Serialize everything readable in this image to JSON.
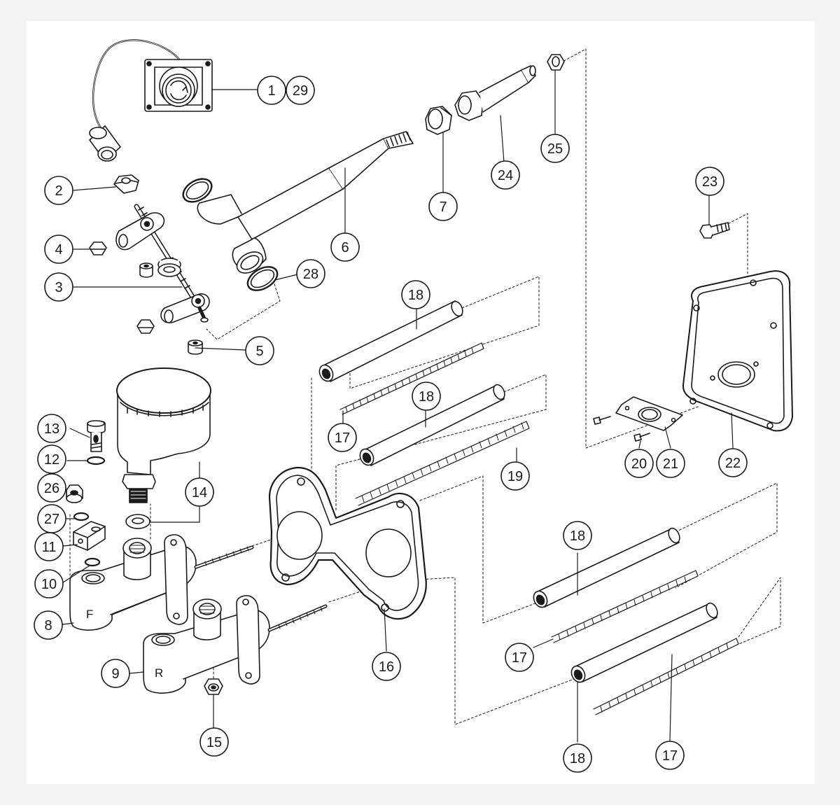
{
  "diagram": {
    "callouts": {
      "c1": "1",
      "c29": "29",
      "c2": "2",
      "c4": "4",
      "c3": "3",
      "c5": "5",
      "c6": "6",
      "c28": "28",
      "c7": "7",
      "c24": "24",
      "c25": "25",
      "c23": "23",
      "c18a": "18",
      "c17a": "17",
      "c18b": "18",
      "c19": "19",
      "c13": "13",
      "c12": "12",
      "c26": "26",
      "c27": "27",
      "c11": "11",
      "c10": "10",
      "c14": "14",
      "c8": "8",
      "c9": "9",
      "c15": "15",
      "c16": "16",
      "c20": "20",
      "c21": "21",
      "c22": "22",
      "c18c": "18",
      "c17b": "17",
      "c18d": "18",
      "c17c": "17"
    },
    "cylinder_letters": {
      "front": "F",
      "rear": "R"
    },
    "colors": {
      "line": "#1a1a1a",
      "part_fill": "#ffffff",
      "shade": "#d9d9d9",
      "background": "#ffffff"
    }
  }
}
